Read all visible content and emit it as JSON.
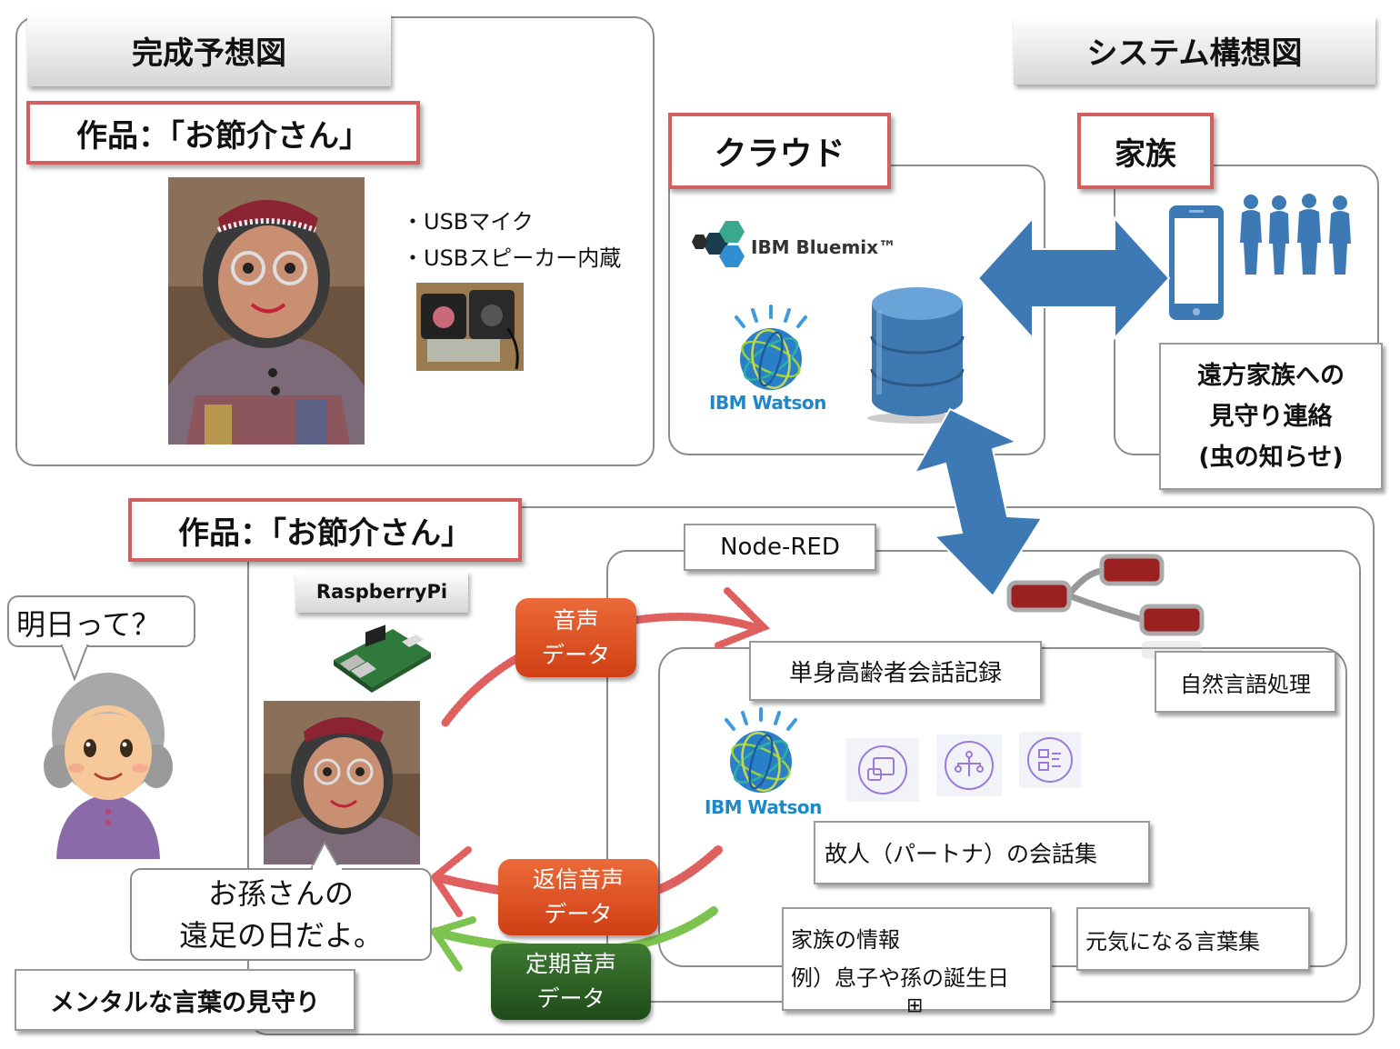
{
  "left_panel": {
    "header": "完成予想図",
    "work_title": "作品：「お節介さん」",
    "specs": [
      "・USBマイク",
      "・USBスピーカー内蔵"
    ]
  },
  "right_panel": {
    "header": "システム構想図",
    "cloud_label": "クラウド",
    "family_label": "家族",
    "bluemix_logo": "IBM Bluemix™",
    "watson_logo": "IBM Watson",
    "family_note": [
      "遠方家族への",
      "見守り連絡",
      "(虫の知らせ)"
    ]
  },
  "bottom_panel": {
    "work_title": "作品：「お節介さん」",
    "device_label": "RaspberryPi",
    "elder_speech": "明日って？",
    "doll_speech": [
      "お孫さんの",
      "遠足の日だよ。"
    ],
    "caption": "メンタルな言葉の見守り",
    "voice_data": [
      "音声",
      "データ"
    ],
    "reply_voice_data": [
      "返信音声",
      "データ"
    ],
    "periodic_voice_data": [
      "定期音声",
      "データ"
    ],
    "node_red_label": "Node-RED",
    "watson_logo": "IBM Watson",
    "boxes": {
      "conversation_log": "単身高齢者会話記録",
      "nlp": "自然言語処理",
      "deceased_conversations": "故人（パートナ）の会話集",
      "family_info": [
        "家族の情報",
        "例）息子や孫の誕生日"
      ],
      "energy_words": "元気になる言葉集"
    },
    "expand_icon": "⊞"
  },
  "colors": {
    "red_border": "#d35f5f",
    "arrow_blue": "#3d7ab5",
    "orange_pill": "#d9491c",
    "green_pill": "#2a5e22",
    "red_scribble": "#e06060",
    "green_scribble": "#7cc44f"
  }
}
